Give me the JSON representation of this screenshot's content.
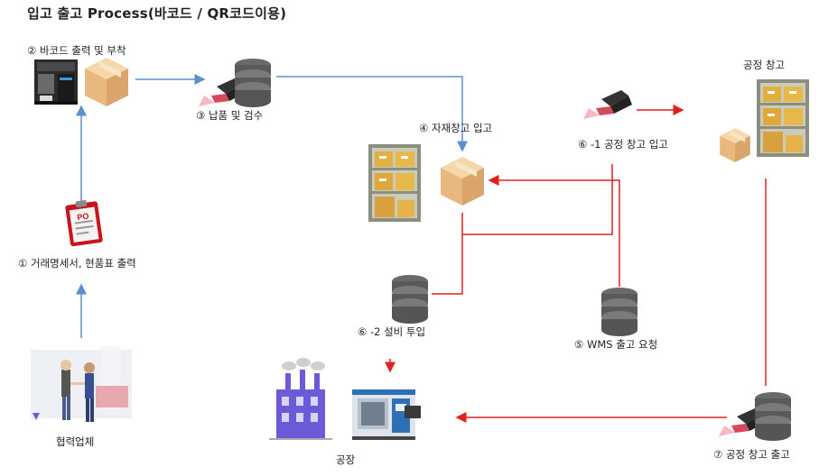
{
  "title": "입고 출고 Process(바코드 / QR코드이용)",
  "labels": {
    "barcode_print": "② 바코드 출력 및 부착",
    "delivery_inspect": "③ 납품 및 검수",
    "material_warehouse_in": "④ 자재창고 입고",
    "process_warehouse_in": "⑥ -1 공정 창고 입고",
    "process_warehouse": "공정 창고",
    "statement_print": "① 거래명세서, 현품표 출력",
    "equipment_input": "⑥ -2 설비 투입",
    "wms_request": "⑤ WMS 출고 요청",
    "partner": "협력업체",
    "factory": "공장",
    "process_warehouse_out": "⑦ 공정 창고 출고"
  },
  "icons": {
    "po_badge": "PO"
  },
  "colors": {
    "blue_flow": "#5b8fd0",
    "red_flow": "#e02020",
    "db_dark": "#5a5a5a",
    "box": "#f0c894",
    "shelf": "#8a8f7a"
  }
}
